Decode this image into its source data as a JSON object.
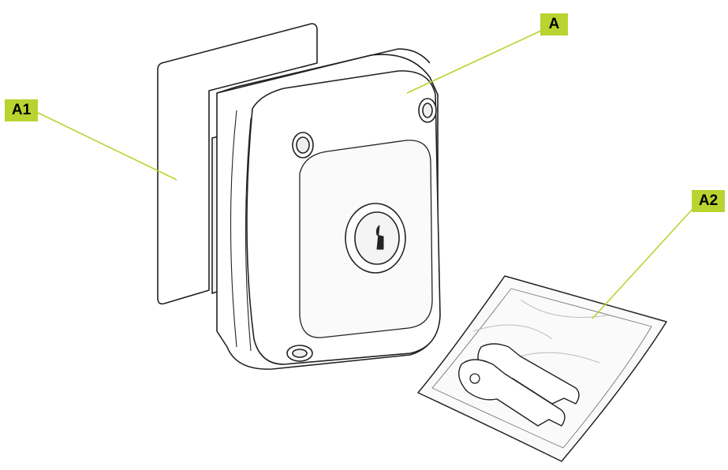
{
  "callouts": {
    "a": {
      "label": "A"
    },
    "a1": {
      "label": "A1"
    },
    "a2": {
      "label": "A2"
    }
  },
  "colors": {
    "callout_fill": "#b8d430",
    "leader_line": "#b8d430",
    "outline": "#222222",
    "body_fill": "#ffffff",
    "shade": "#e6e6e6"
  },
  "icons": {
    "housing": "lock-box-housing",
    "plate": "mounting-plate",
    "keys": "keys-in-bag"
  }
}
